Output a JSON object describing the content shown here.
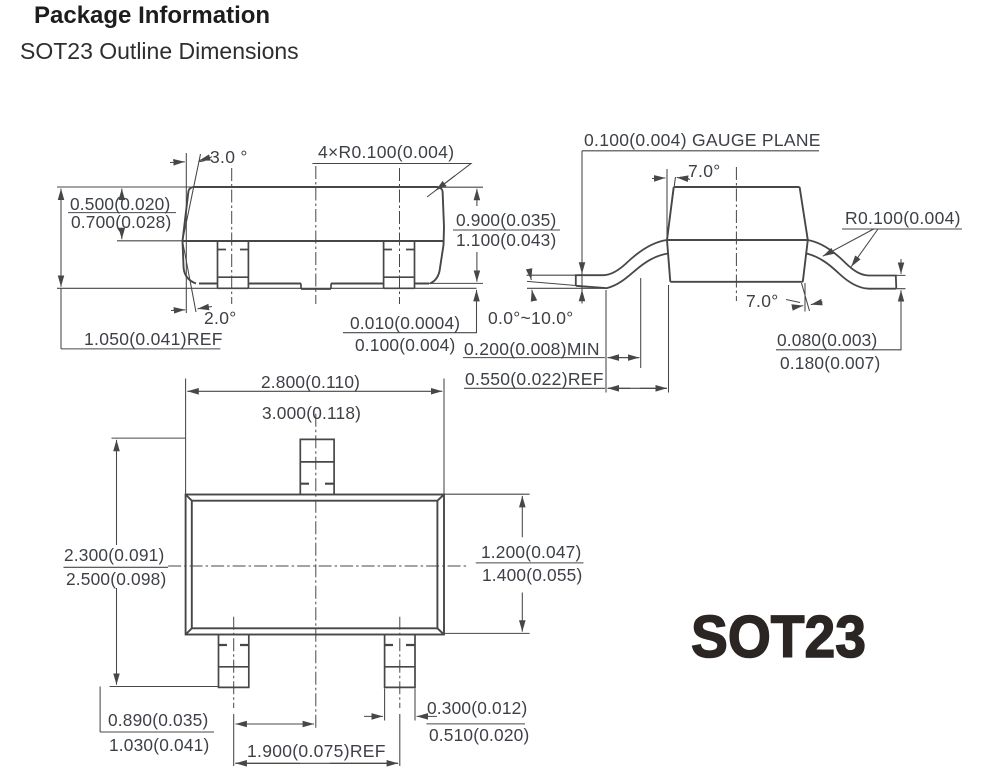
{
  "header": {
    "title": "Package Information",
    "subtitle": "SOT23 Outline Dimensions"
  },
  "package_name": "SOT23",
  "views": {
    "front": {
      "angle_top": "3.0 °",
      "angle_bottom": "2.0°",
      "corner_radius": "4×R0.100(0.004)",
      "shoulder_height": {
        "min": "0.500(0.020)",
        "max": "0.700(0.028)"
      },
      "body_height": {
        "min": "0.900(0.035)",
        "max": "1.100(0.043)"
      },
      "standoff": {
        "min": "0.010(0.0004)",
        "max": "0.100(0.004)"
      },
      "lead_offset_ref": "1.050(0.041)REF"
    },
    "side": {
      "gauge_plane": "0.100(0.004) GAUGE PLANE",
      "body_angle_top": "7.0°",
      "body_angle_bottom": "7.0°",
      "lead_radius": "R0.100(0.004)",
      "foot_angle": "0.0°~10.0°",
      "foot_length_min": "0.200(0.008)MIN",
      "foot_ref": "0.550(0.022)REF",
      "lead_thickness": {
        "min": "0.080(0.003)",
        "max": "0.180(0.007)"
      }
    },
    "top": {
      "body_width": {
        "min": "2.800(0.110)",
        "max": "3.000(0.118)"
      },
      "overall_length": {
        "min": "2.300(0.091)",
        "max": "2.500(0.098)"
      },
      "body_length": {
        "min": "1.200(0.047)",
        "max": "1.400(0.055)"
      },
      "lead_center_offset": {
        "min": "0.890(0.035)",
        "max": "1.030(0.041)"
      },
      "lead_pitch_ref": "1.900(0.075)REF",
      "lead_width": {
        "min": "0.300(0.012)",
        "max": "0.510(0.020)"
      }
    }
  },
  "colors": {
    "line": "#474747",
    "text": "#3d4147",
    "title": "#1d1d1d",
    "package_name": "#2b2523"
  }
}
